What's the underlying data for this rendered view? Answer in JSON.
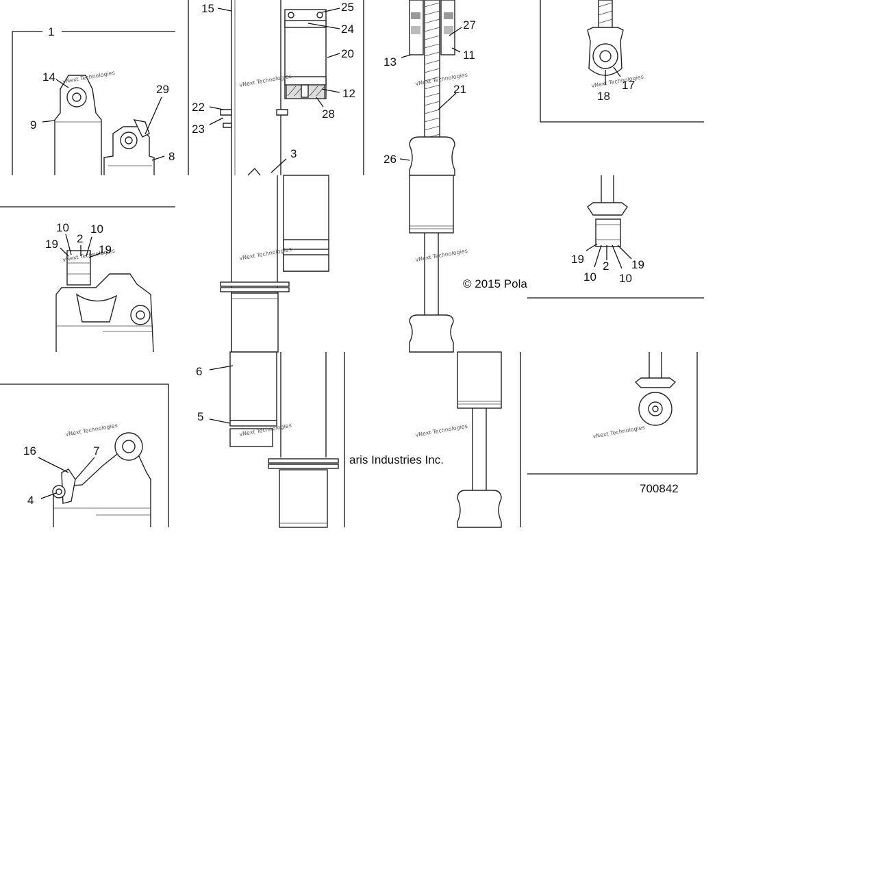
{
  "labels": {
    "l1": "1",
    "l2": "2",
    "l3": "3",
    "l4": "4",
    "l5": "5",
    "l6": "6",
    "l7": "7",
    "l8": "8",
    "l9": "9",
    "l10": "10",
    "l11": "11",
    "l12": "12",
    "l13": "13",
    "l14": "14",
    "l15": "15",
    "l16": "16",
    "l17": "17",
    "l18": "18",
    "l19": "19",
    "l20": "20",
    "l21": "21",
    "l22": "22",
    "l23": "23",
    "l24": "24",
    "l25": "25",
    "l26": "26",
    "l27": "27",
    "l28": "28",
    "l29": "29"
  },
  "copyright_part1": "© 2015 Pola",
  "copyright_part2": "aris Industries Inc.",
  "diagram_number": "700842",
  "watermark": "vNext Technologies"
}
